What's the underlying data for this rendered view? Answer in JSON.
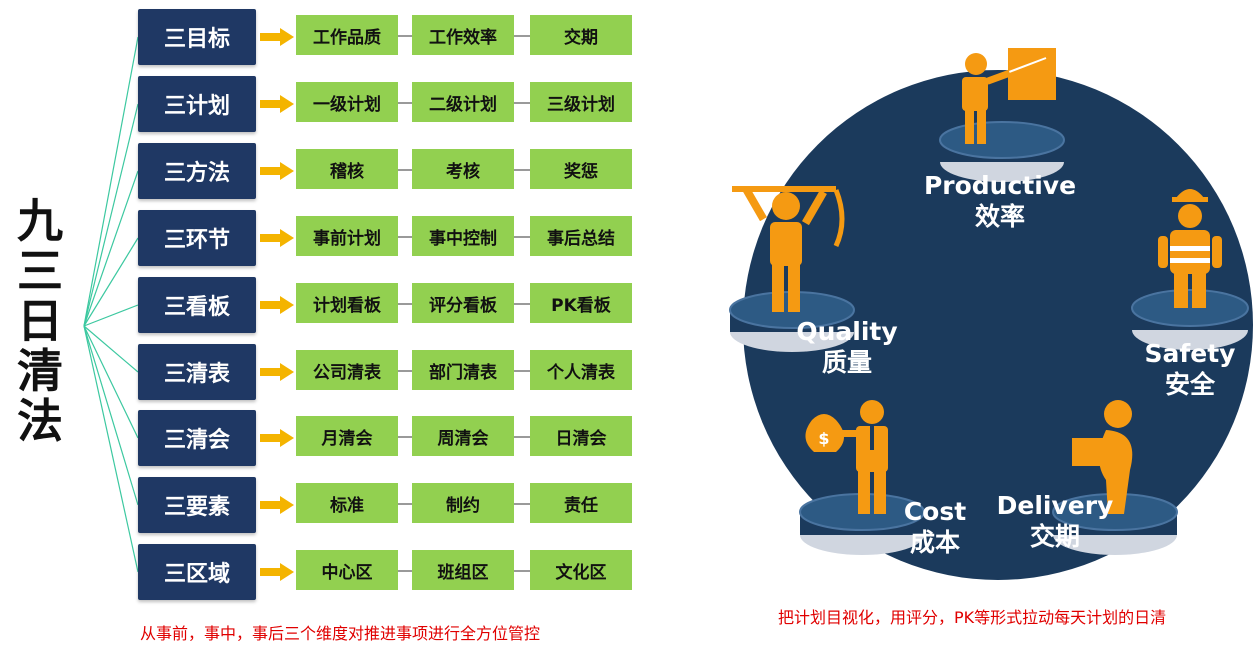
{
  "title_chars": [
    "九",
    "三",
    "日",
    "清",
    "法"
  ],
  "rows": [
    {
      "category": "三目标",
      "items": [
        "工作品质",
        "工作效率",
        "交期"
      ]
    },
    {
      "category": "三计划",
      "items": [
        "一级计划",
        "二级计划",
        "三级计划"
      ]
    },
    {
      "category": "三方法",
      "items": [
        "稽核",
        "考核",
        "奖惩"
      ]
    },
    {
      "category": "三环节",
      "items": [
        "事前计划",
        "事中控制",
        "事后总结"
      ]
    },
    {
      "category": "三看板",
      "items": [
        "计划看板",
        "评分看板",
        "PK看板"
      ]
    },
    {
      "category": "三清表",
      "items": [
        "公司清表",
        "部门清表",
        "个人清表"
      ]
    },
    {
      "category": "三清会",
      "items": [
        "月清会",
        "周清会",
        "日清会"
      ]
    },
    {
      "category": "三要素",
      "items": [
        "标准",
        "制约",
        "责任"
      ]
    },
    {
      "category": "三区域",
      "items": [
        "中心区",
        "班组区",
        "文化区"
      ]
    }
  ],
  "left_caption": "从事前，事中，事后三个维度对推进事项进行全方位管控",
  "right_caption": "把计划目视化，用评分，PK等形式拉动每天计划的日清",
  "circle_labels": {
    "productive": {
      "en": "Productive",
      "zh": "效率"
    },
    "quality": {
      "en": "Quality",
      "zh": "质量"
    },
    "safety": {
      "en": "Safety",
      "zh": "安全"
    },
    "cost": {
      "en": "Cost",
      "zh": "成本"
    },
    "delivery": {
      "en": "Delivery",
      "zh": "交期"
    }
  },
  "colors": {
    "category_bg": "#1f3864",
    "item_bg": "#92d050",
    "arrow": "#f4b400",
    "circle": "#1b3a5c",
    "figure": "#f59a12",
    "caption": "#e00000",
    "connector": "#3cc8a0"
  }
}
